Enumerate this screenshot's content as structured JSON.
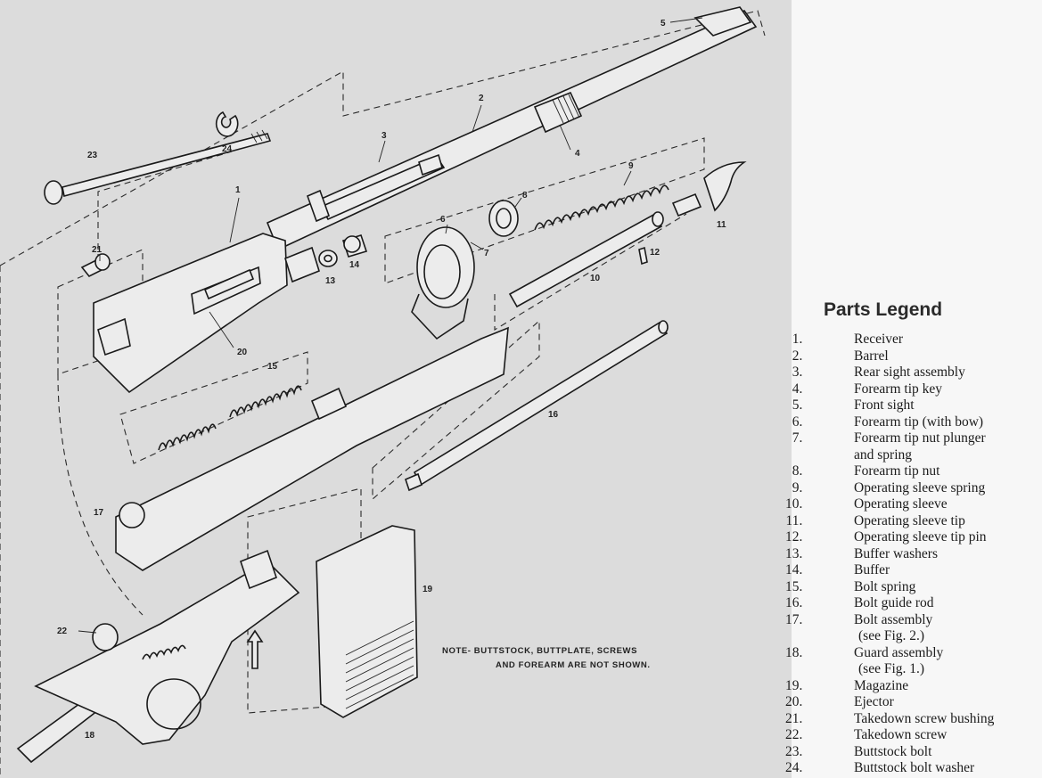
{
  "legend": {
    "title": "Parts Legend",
    "items": [
      {
        "num": "1.",
        "text": "Receiver",
        "cont": ""
      },
      {
        "num": "2.",
        "text": "Barrel",
        "cont": ""
      },
      {
        "num": "3.",
        "text": "Rear sight assembly",
        "cont": ""
      },
      {
        "num": "4.",
        "text": "Forearm tip key",
        "cont": ""
      },
      {
        "num": "5.",
        "text": "Front sight",
        "cont": ""
      },
      {
        "num": "6.",
        "text": "Forearm tip (with bow)",
        "cont": ""
      },
      {
        "num": "7.",
        "text": "Forearm tip nut plunger",
        "cont": "and spring"
      },
      {
        "num": "8.",
        "text": "Forearm tip nut",
        "cont": ""
      },
      {
        "num": "9.",
        "text": "Operating sleeve spring",
        "cont": ""
      },
      {
        "num": "10.",
        "text": "Operating sleeve",
        "cont": ""
      },
      {
        "num": "11.",
        "text": "Operating sleeve tip",
        "cont": ""
      },
      {
        "num": "12.",
        "text": "Operating sleeve tip pin",
        "cont": ""
      },
      {
        "num": "13.",
        "text": "Buffer washers",
        "cont": ""
      },
      {
        "num": "14.",
        "text": "Buffer",
        "cont": ""
      },
      {
        "num": "15.",
        "text": "Bolt spring",
        "cont": ""
      },
      {
        "num": "16.",
        "text": "Bolt guide rod",
        "cont": ""
      },
      {
        "num": "17.",
        "text": "Bolt assembly",
        "cont": "(see Fig. 2.)"
      },
      {
        "num": "18.",
        "text": "Guard assembly",
        "cont": "(see Fig. 1.)"
      },
      {
        "num": "19.",
        "text": "Magazine",
        "cont": ""
      },
      {
        "num": "20.",
        "text": "Ejector",
        "cont": ""
      },
      {
        "num": "21.",
        "text": "Takedown screw bushing",
        "cont": ""
      },
      {
        "num": "22.",
        "text": "Takedown screw",
        "cont": ""
      },
      {
        "num": "23.",
        "text": "Buttstock bolt",
        "cont": ""
      },
      {
        "num": "24.",
        "text": "Buttstock bolt washer",
        "cont": ""
      }
    ]
  },
  "drawing": {
    "note_line1": "NOTE- BUTTSTOCK, BUTTPLATE, SCREWS",
    "note_line2": "AND FOREARM ARE NOT SHOWN.",
    "callouts": {
      "c1": "1",
      "c2": "2",
      "c3": "3",
      "c4": "4",
      "c5": "5",
      "c6": "6",
      "c7": "7",
      "c8": "8",
      "c9": "9",
      "c10": "10",
      "c11": "11",
      "c12": "12",
      "c13": "13",
      "c14": "14",
      "c15": "15",
      "c16": "16",
      "c17": "17",
      "c18": "18",
      "c19": "19",
      "c20": "20",
      "c21": "21",
      "c22": "22",
      "c23": "23",
      "c24": "24"
    }
  }
}
